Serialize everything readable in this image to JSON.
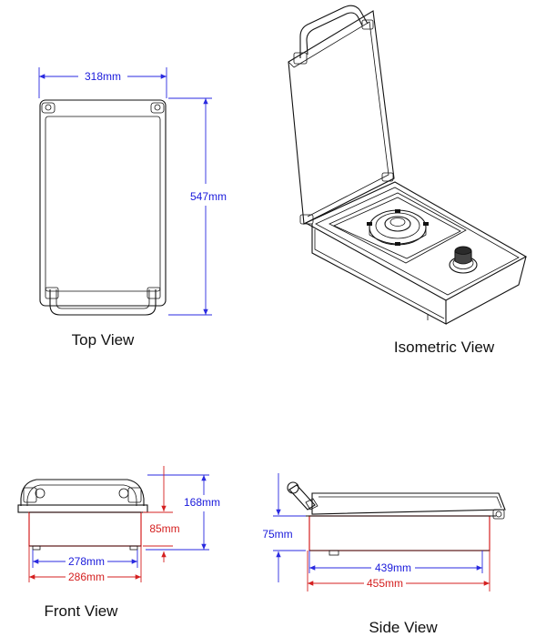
{
  "views": {
    "top": {
      "caption": "Top View",
      "width_label": "318mm",
      "depth_label": "547mm"
    },
    "isometric": {
      "caption": "Isometric View"
    },
    "front": {
      "caption": "Front View",
      "height_label": "168mm",
      "body_height_label": "85mm",
      "inner_width_label": "278mm",
      "outer_width_label": "286mm"
    },
    "side": {
      "caption": "Side View",
      "height_label": "75mm",
      "inner_depth_label": "439mm",
      "outer_depth_label": "455mm"
    }
  },
  "colors": {
    "outline": "#111111",
    "dimension_blue": "#1a1adb",
    "dimension_red": "#d42020"
  }
}
